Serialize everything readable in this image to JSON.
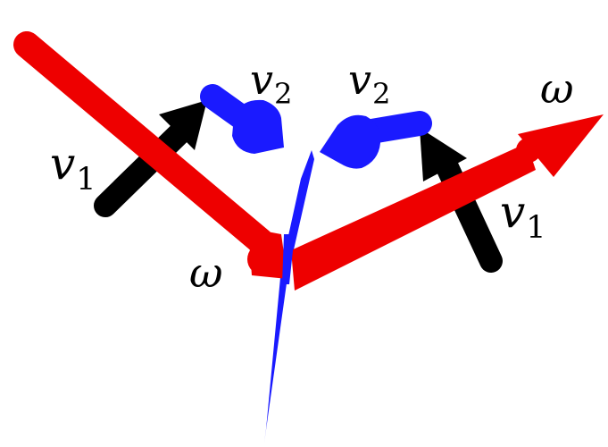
{
  "diagram": {
    "colors": {
      "omega": "#ee0000",
      "v1": "#000000",
      "v2": "#1a1aff",
      "plane": "#1a1aff",
      "background": "#ffffff"
    },
    "labels": {
      "left_v1": {
        "base": "v",
        "sub": "1"
      },
      "left_v2": {
        "base": "v",
        "sub": "2"
      },
      "left_omega": {
        "base": "ω"
      },
      "right_v1": {
        "base": "v",
        "sub": "1"
      },
      "right_v2": {
        "base": "v",
        "sub": "2"
      },
      "right_omega": {
        "base": "ω"
      }
    },
    "elements": [
      "red omega vector (left, pointing down-right)",
      "red omega vector (right, pointing up-right)",
      "black v1 arrow (left)",
      "black v1 arrow (right)",
      "blue v2 arrow (left)",
      "blue v2 arrow (right)",
      "blue plane line (thin wedge)"
    ]
  }
}
